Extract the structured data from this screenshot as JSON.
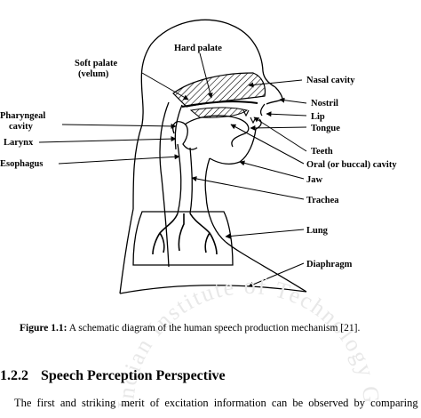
{
  "figure": {
    "labels": {
      "hard_palate": "Hard palate",
      "soft_palate_1": "Soft palate",
      "soft_palate_2": "(velum)",
      "nasal_cavity": "Nasal cavity",
      "nostril": "Nostril",
      "lip": "Lip",
      "tongue": "Tongue",
      "pharyngeal_1": "Pharyngeal",
      "pharyngeal_2": "cavity",
      "larynx": "Larynx",
      "esophagus": "Esophagus",
      "teeth": "Teeth",
      "oral_cavity": "Oral (or buccal) cavity",
      "jaw": "Jaw",
      "trachea": "Trachea",
      "lung": "Lung",
      "diaphragm": "Diaphragm"
    }
  },
  "caption": {
    "label": "Figure 1.1:",
    "text": " A schematic diagram of the human speech production mechanism [21]."
  },
  "section": {
    "number": "1.2.2",
    "title": "Speech Perception Perspective"
  },
  "body": {
    "line1": "The first and striking merit of excitation information can be observed by comparing of"
  },
  "watermark": {
    "text": "Indian Institute of Technology Guwahati"
  }
}
